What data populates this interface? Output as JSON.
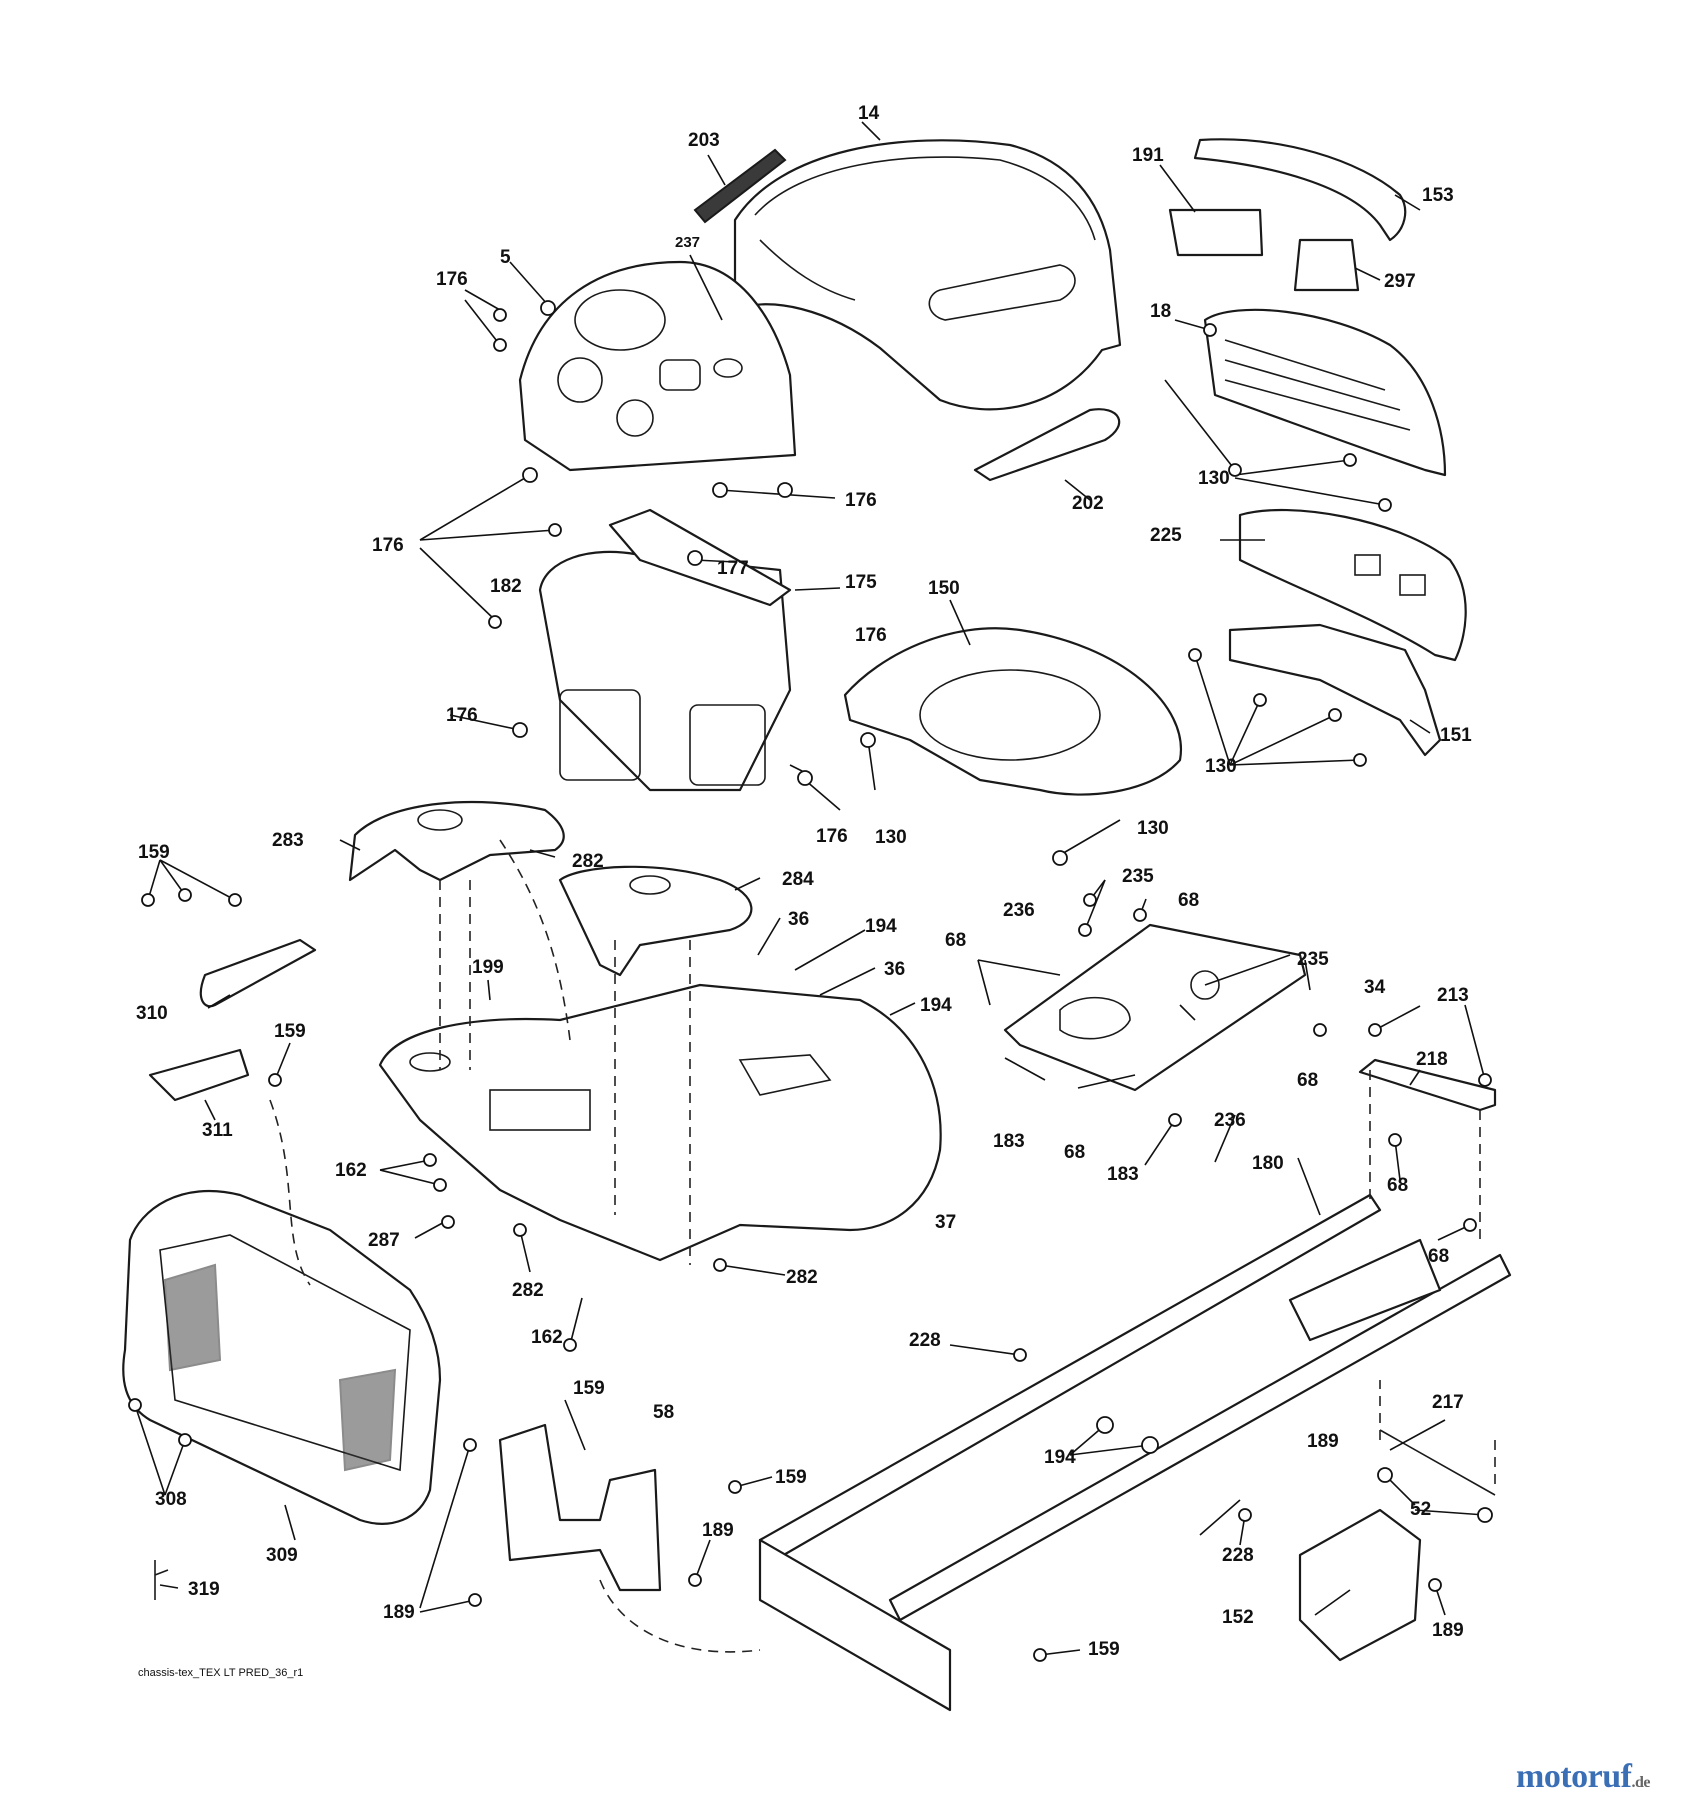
{
  "diagram": {
    "caption": "chassis-tex_TEX LT PRED_36_r1",
    "watermark": {
      "word": "motoruf",
      "tld": ".de"
    },
    "callouts": [
      "14",
      "203",
      "237",
      "191",
      "153",
      "297",
      "5",
      "176",
      "18",
      "130",
      "202",
      "176",
      "176",
      "177",
      "182",
      "175",
      "176",
      "225",
      "150",
      "176",
      "176",
      "130",
      "151",
      "130",
      "130",
      "159",
      "283",
      "282",
      "284",
      "36",
      "194",
      "36",
      "194",
      "199",
      "235",
      "68",
      "236",
      "68",
      "235",
      "34",
      "213",
      "218",
      "310",
      "159",
      "311",
      "162",
      "287",
      "282",
      "162",
      "282",
      "37",
      "183",
      "68",
      "236",
      "68",
      "183",
      "180",
      "68",
      "68",
      "159",
      "308",
      "309",
      "319",
      "58",
      "159",
      "189",
      "189",
      "228",
      "194",
      "228",
      "189",
      "217",
      "52",
      "152",
      "189",
      "159"
    ]
  }
}
